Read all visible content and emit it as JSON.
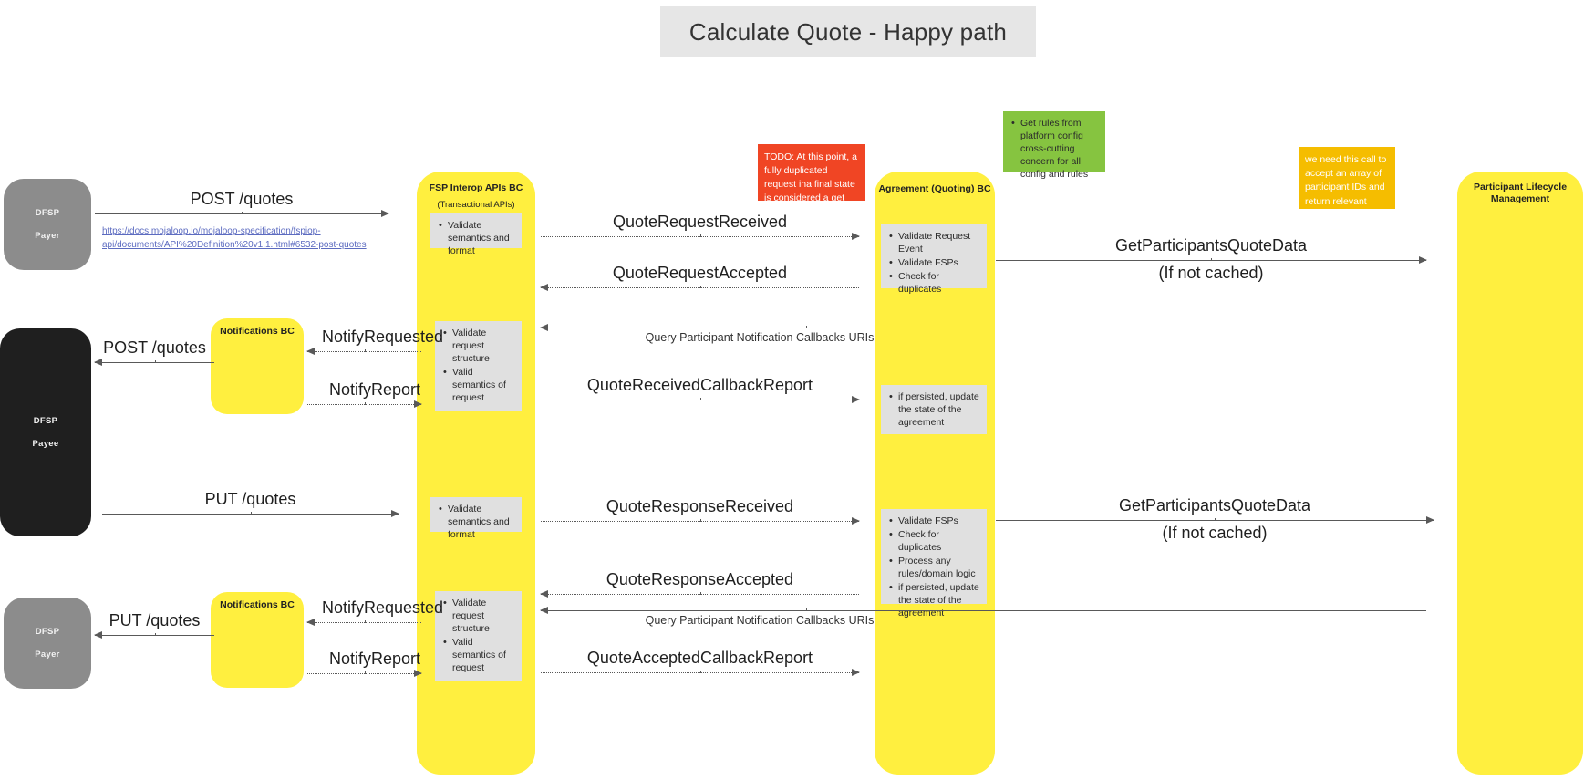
{
  "title": "Calculate Quote - Happy path",
  "colors": {
    "lifeline_yellow": "#ffef3f",
    "actor_grey": "#8c8c8c",
    "actor_black": "#1f1f1f",
    "note_grey": "#e0e0e0",
    "note_red": "#f04524",
    "note_green": "#86c440",
    "note_orange": "#f5bd00",
    "title_band": "#e6e6e6",
    "link_blue": "#5c6bc0"
  },
  "actors": [
    {
      "name": "DFSP",
      "role": "Payer",
      "style": "grey"
    },
    {
      "name": "DFSP",
      "role": "Payee",
      "style": "black"
    },
    {
      "name": "DFSP",
      "role": "Payer",
      "style": "grey"
    }
  ],
  "lifelines": [
    {
      "title": "Notifications BC",
      "sub": ""
    },
    {
      "title": "FSP Interop APIs BC",
      "sub": "(Transactional APIs)"
    },
    {
      "title": "Agreement (Quoting) BC",
      "sub": ""
    },
    {
      "title": "Participant Lifecycle Management",
      "sub": ""
    },
    {
      "title": "Notifications BC",
      "sub": ""
    }
  ],
  "link": {
    "line1": "https://docs.mojaloop.io/mojaloop-specification/fspiop-",
    "line2": "api/documents/API%20Definition%20v1.1.html#6532-post-quotes"
  },
  "notes": {
    "interop_1": [
      "Validate semantics and format"
    ],
    "interop_2": [
      "Validate request structure",
      "Valid semantics of request"
    ],
    "interop_3": [
      "Validate semantics and format"
    ],
    "interop_4": [
      "Validate request structure",
      "Valid semantics of request"
    ],
    "agreement_1": [
      "Validate Request Event",
      "Validate FSPs",
      "Check for duplicates"
    ],
    "agreement_2": [
      "if persisted, update the state of the agreement"
    ],
    "agreement_3": [
      "Validate FSPs",
      "Check for duplicates",
      "Process any rules/domain logic",
      "if persisted, update the state of the agreement"
    ],
    "todo_red": "TODO: At this point, a fully duplicated request ina final state is considered a get request",
    "green_rules": [
      "Get rules from platform config cross-cutting concern for all config and rules"
    ],
    "orange_call": "we need this call to accept an array of participant IDs and return relevant participant data, including status flags"
  },
  "messages": {
    "post_quotes_1": "POST /quotes",
    "quote_request_received": "QuoteRequestReceived",
    "quote_request_accepted": "QuoteRequestAccepted",
    "get_participants_quote_data_1": "GetParticipantsQuoteData",
    "if_not_cached_1": "(If not cached)",
    "notify_requested_1": "NotifyRequested",
    "post_quotes_2": "POST /quotes",
    "query_callbacks_1": "Query Participant Notification Callbacks URIs",
    "notify_report_1": "NotifyReport",
    "quote_received_callback_report": "QuoteReceivedCallbackReport",
    "put_quotes_1": "PUT /quotes",
    "quote_response_received": "QuoteResponseReceived",
    "get_participants_quote_data_2": "GetParticipantsQuoteData",
    "if_not_cached_2": "(If not cached)",
    "quote_response_accepted": "QuoteResponseAccepted",
    "notify_requested_2": "NotifyRequested",
    "put_quotes_2": "PUT /quotes",
    "query_callbacks_2": "Query Participant Notification Callbacks URIs",
    "notify_report_2": "NotifyReport",
    "quote_accepted_callback_report": "QuoteAcceptedCallbackReport"
  }
}
